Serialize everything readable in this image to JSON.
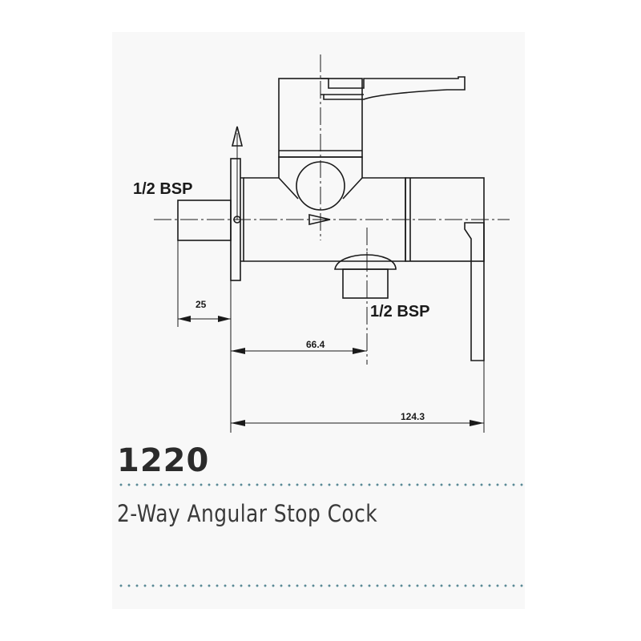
{
  "product": {
    "code": "1220",
    "name": "2-Way Angular Stop Cock"
  },
  "drawing": {
    "inlet_label": "1/2 BSP",
    "outlet_label": "1/2 BSP",
    "dim_wall": "25",
    "dim_outlet": "66.4",
    "dim_overall": "124.3"
  },
  "colors": {
    "line": "#1a1a1a",
    "dots": "#5a8a96",
    "background": "#f8f8f8"
  }
}
